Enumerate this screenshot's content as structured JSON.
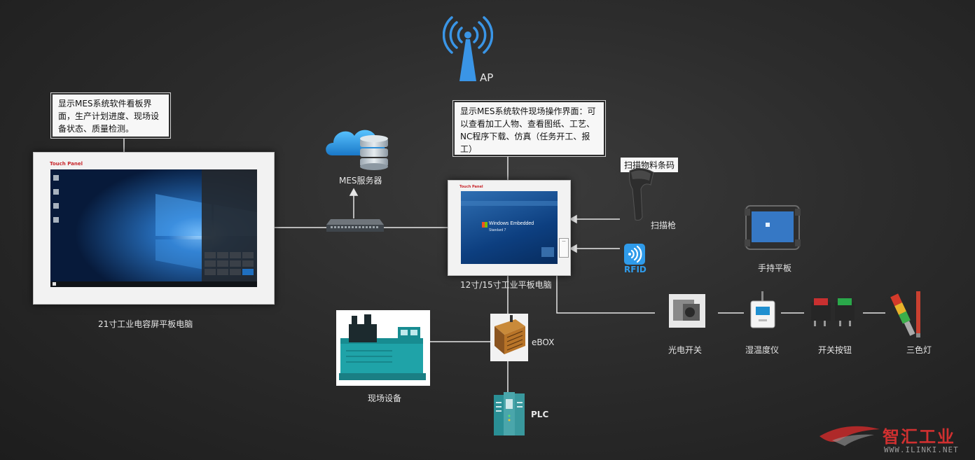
{
  "ap": {
    "label": "AP"
  },
  "mes_server": {
    "label": "MES服务器"
  },
  "callout_left": {
    "line1": "显示MES系统软件看板界",
    "line2": "面，生产计划进度、现场设",
    "line3": "备状态、质量检测。"
  },
  "callout_center": {
    "line1": "显示MES系统软件现场操作界面：可",
    "line2": "以查看加工人物、查看图纸、工艺、",
    "line3": "NC程序下载、仿真（任务开工、报",
    "line4": "工）"
  },
  "big_panel": {
    "brand": "Touch Panel",
    "label": "21寸工业电容屏平板电脑"
  },
  "small_panel": {
    "brand": "Touch Panel",
    "os_name": "Windows Embedded",
    "os_sub": "Standard 7",
    "label": "12寸/15寸工业平板电脑"
  },
  "scanner": {
    "tag": "扫描物料条码",
    "label": "扫描枪"
  },
  "rfid": {
    "label": "RFID"
  },
  "handheld": {
    "label": "手持平板"
  },
  "devices": {
    "photo_switch": "光电开关",
    "hygrometer": "湿温度仪",
    "button_switch": "开关按钮",
    "tri_light": "三色灯"
  },
  "ebox": {
    "label": "eBOX"
  },
  "plc": {
    "label": "PLC"
  },
  "field_equipment": {
    "label": "现场设备"
  },
  "watermark": {
    "brand": "智汇工业",
    "url": "WWW.ILINKI.NET"
  },
  "colors": {
    "background": "#2c2c2c",
    "line": "#e6e6e6",
    "ap_blue": "#2f8fe0",
    "server_blue": "#2a9ff0",
    "rfid_blue": "#1e88e5",
    "teal": "#1fa3a8",
    "watermark_red": "#c82a2a"
  }
}
